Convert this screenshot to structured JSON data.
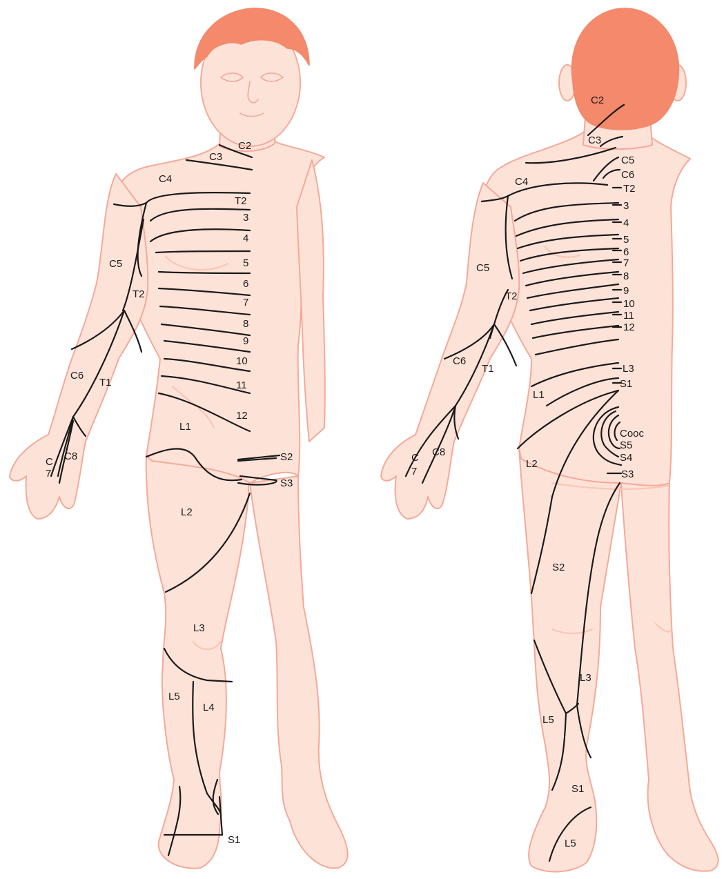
{
  "front_labels": {
    "C2": "C2",
    "C3": "C3",
    "C4": "C4",
    "T2top": "T2",
    "n3": "3",
    "n4": "4",
    "n5": "5",
    "n6": "6",
    "n7": "7",
    "n8": "8",
    "n9": "9",
    "n10": "10",
    "n11": "11",
    "n12": "12",
    "C5": "C5",
    "T2arm": "T2",
    "C6": "C6",
    "T1": "T1",
    "C7a": "C",
    "C7b": "7",
    "C8": "C8",
    "L1": "L1",
    "S2": "S2",
    "S3": "S3",
    "L2": "L2",
    "L3": "L3",
    "L5": "L5",
    "L4": "L4",
    "S1": "S1"
  },
  "back_labels": {
    "C2": "C2",
    "C3": "C3",
    "C5": "C5",
    "C6": "C6",
    "C4": "C4",
    "T2": "T2",
    "n3": "3",
    "n4": "4",
    "n5": "5",
    "n6": "6",
    "n7": "7",
    "n8": "8",
    "n9": "9",
    "n10": "10",
    "n11": "11",
    "n12": "12",
    "C5arm": "C5",
    "T2arm": "T2",
    "C6arm": "C6",
    "T1": "T1",
    "C7a": "C",
    "C7b": "7",
    "C8": "C8",
    "L3top": "L3",
    "S1top": "S1",
    "L1": "L1",
    "Cooc": "Cooc",
    "S5": "S5",
    "S4": "S4",
    "S3": "S3",
    "L2": "L2",
    "S2": "S2",
    "L3": "L3",
    "L5": "L5",
    "S1": "S1",
    "L5foot": "L5"
  },
  "colors": {
    "skin": "#fde2d8",
    "outline": "#f5a999",
    "hair": "#f4896b",
    "dermatome_line": "#1a1a1a"
  }
}
